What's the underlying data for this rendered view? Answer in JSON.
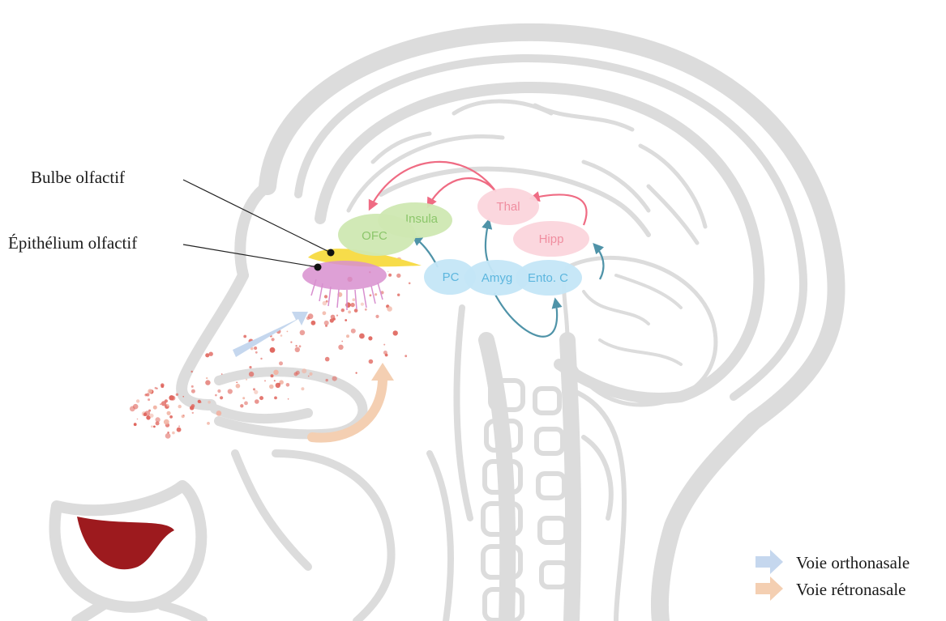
{
  "callouts": {
    "bulbe": "Bulbe olfactif",
    "epithelium": "Épithélium olfactif"
  },
  "regions": {
    "ofc": "OFC",
    "insula": "Insula",
    "thal": "Thal",
    "hipp": "Hipp",
    "pc": "PC",
    "amyg": "Amyg",
    "ento": "Ento. C"
  },
  "legend": {
    "ortho": "Voie orthonasale",
    "retro": "Voie rétronasale"
  },
  "colors": {
    "green": "#cfe8b2",
    "green_text": "#8cc66b",
    "pink": "#fbd5dc",
    "pink_text": "#f08ea0",
    "blue": "#c4e6f7",
    "blue_text": "#5cb6de",
    "red_arrow": "#ef6b83",
    "teal_arrow": "#4f93a8",
    "bulb_yellow": "#f7dc4a",
    "epithelium_purple": "#d88fcf",
    "wine": "#9d1a1e",
    "ortho_arrow": "#c5d7ee",
    "retro_arrow": "#f4cfb2",
    "anatomy": "#dcdcdc"
  }
}
